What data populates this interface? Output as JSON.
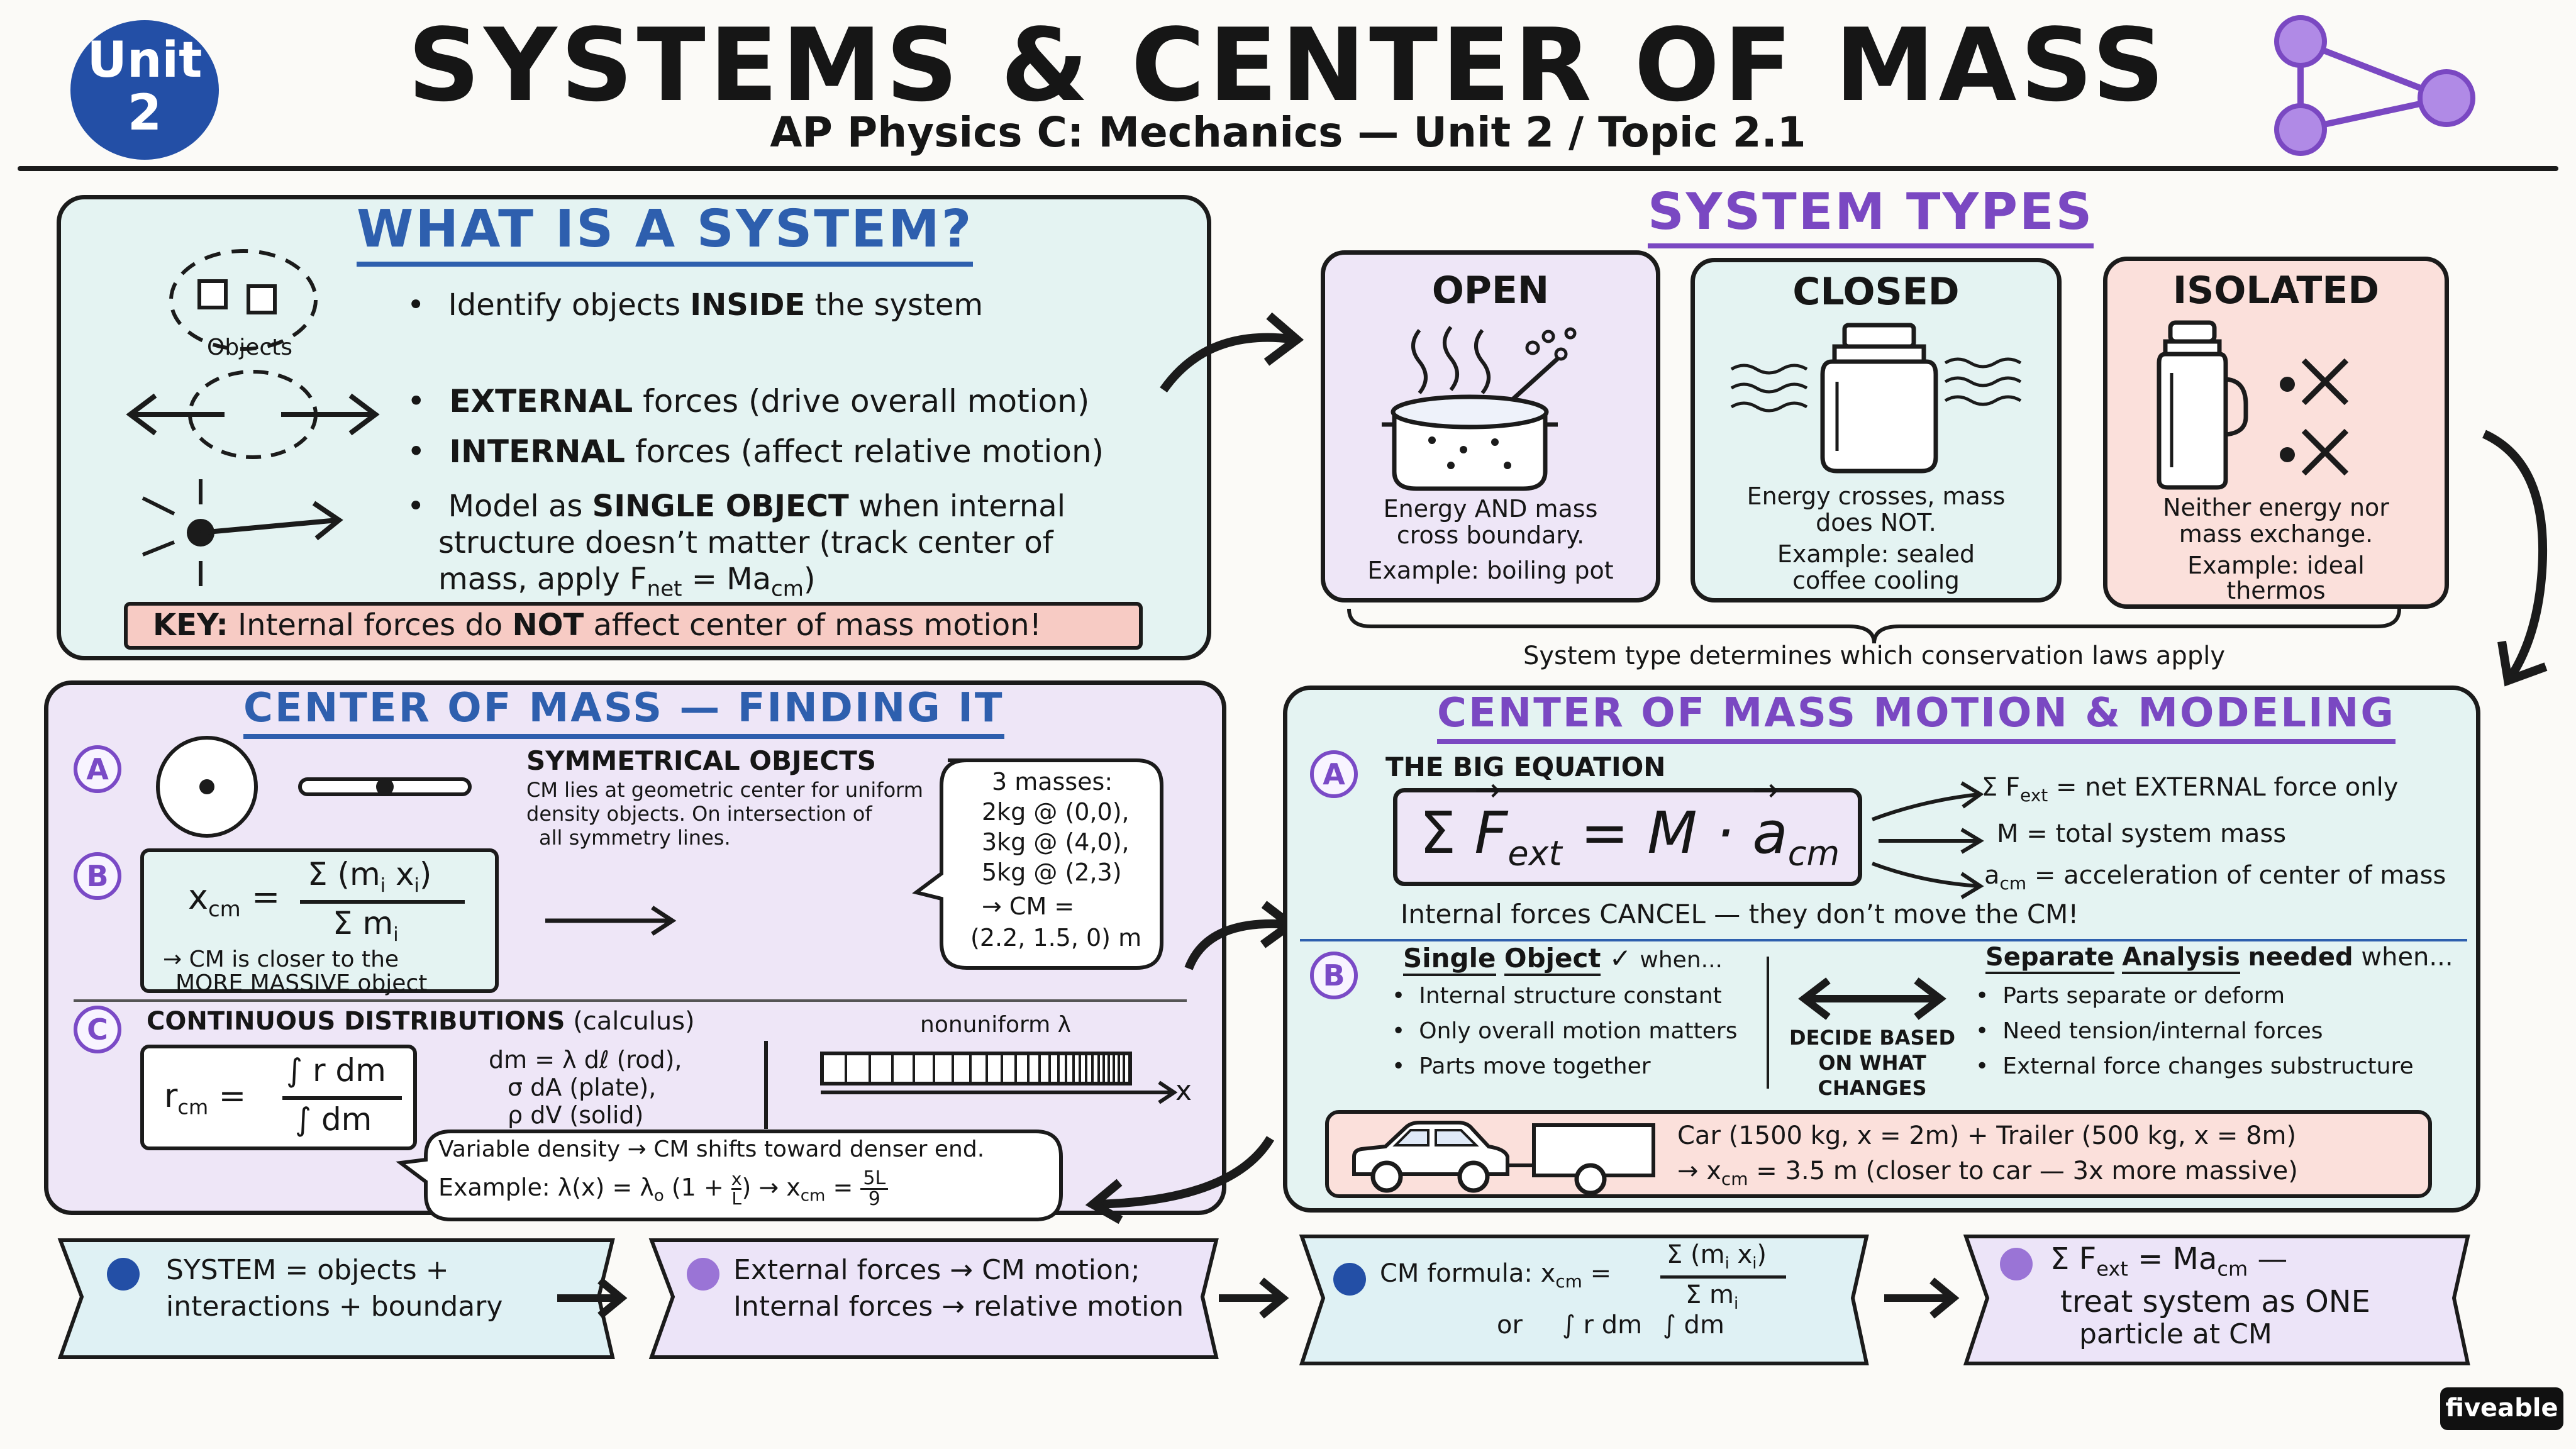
{
  "header": {
    "badge_line1": "Unit",
    "badge_line2": "2",
    "title": "SYSTEMS & CENTER OF MASS",
    "subtitle": "AP Physics C: Mechanics — Unit 2 / Topic 2.1"
  },
  "system_panel": {
    "title": "WHAT IS A SYSTEM?",
    "objects_label": "Objects",
    "bullet1_pre": "Identify objects ",
    "bullet1_bold": "INSIDE",
    "bullet1_post": " the system",
    "bullet2_bold": "EXTERNAL",
    "bullet2_post": " forces (drive overall motion)",
    "bullet3_bold": "INTERNAL",
    "bullet3_post": " forces (affect relative motion)",
    "bullet4_pre": "Model as ",
    "bullet4_bold": "SINGLE OBJECT",
    "bullet4_post": " when internal",
    "bullet4_line2": "structure doesn’t matter (track center of",
    "bullet4_line3_pre": "mass, apply F",
    "bullet4_line3_sub1": "net",
    "bullet4_line3_mid": " = Ma",
    "bullet4_line3_sub2": "cm",
    "bullet4_line3_post": ")",
    "key_bold": "KEY:",
    "key_text": " Internal forces do ",
    "key_not": "NOT",
    "key_post": " affect center of mass motion!"
  },
  "system_types": {
    "title": "SYSTEM TYPES",
    "open": {
      "title": "OPEN",
      "line1": "Energy AND mass",
      "line2": "cross boundary.",
      "example": "Example: boiling pot"
    },
    "closed": {
      "title": "CLOSED",
      "line1": "Energy crosses, mass",
      "line2": "does NOT.",
      "example1": "Example: sealed",
      "example2": "coffee cooling"
    },
    "isolated": {
      "title": "ISOLATED",
      "line1": "Neither energy nor",
      "line2": "mass exchange.",
      "example1": "Example: ideal",
      "example2": "thermos"
    },
    "footer": "System type determines which conservation laws apply"
  },
  "cm_finding": {
    "title": "CENTER OF MASS — FINDING IT",
    "label_a": "A",
    "label_b": "B",
    "label_c": "C",
    "sym_title": "SYMMETRICAL OBJECTS",
    "sym_line1": "CM lies at geometric center for uniform",
    "sym_line2": "density objects. On intersection of",
    "sym_line3": "all symmetry lines.",
    "xcm_lhs": "x",
    "xcm_sub": "cm",
    "xcm_num": "Σ (m",
    "xcm_num_sub": "i",
    "xcm_num2": " x",
    "xcm_num_sub2": "i",
    "xcm_num3": ")",
    "xcm_den": "Σ m",
    "xcm_den_sub": "i",
    "xcm_note1": "→ CM is closer to the",
    "xcm_note2": "MORE MASSIVE object",
    "bubble_line1": "3 masses:",
    "bubble_line2": "2kg @ (0,0),",
    "bubble_line3": "3kg @ (4,0),",
    "bubble_line4": "5kg @ (2,3)",
    "bubble_line5": "→ CM =",
    "bubble_line6": "(2.2, 1.5, 0) m",
    "cont_title": "CONTINUOUS DISTRIBUTIONS",
    "cont_calc": "(calculus)",
    "rcm_lhs": "r",
    "rcm_sub": "cm",
    "rcm_num": "∫ r dm",
    "rcm_den": "∫ dm",
    "dm_line1": "dm = λ dℓ  (rod),",
    "dm_line2": "σ dA  (plate),",
    "dm_line3": "ρ dV  (solid)",
    "nonuniform": "nonuniform λ",
    "axis_x": "x",
    "var_line1": "Variable density → CM shifts toward denser end.",
    "var_line2_pre": "Example:  λ(x) = λ",
    "var_line2_sub": "o",
    "var_line2_mid": " (1 + ",
    "var_frac_num": "x",
    "var_frac_den": "L",
    "var_line2_post": ")   →   x",
    "var_xcm_sub": "cm",
    "var_eq": " = ",
    "var_res_num": "5L",
    "var_res_den": "9"
  },
  "cm_motion": {
    "title": "CENTER OF MASS MOTION & MODELING",
    "label_a": "A",
    "label_b": "B",
    "big_eq_title": "THE BIG EQUATION",
    "eq_sum": "Σ",
    "eq_F": "F",
    "eq_F_sub": "ext",
    "eq_mid": " = M · ",
    "eq_a": "a",
    "eq_a_sub": "cm",
    "def1_pre": "Σ F",
    "def1_sub": "ext",
    "def1_post": " = net EXTERNAL force only",
    "def2": "M  =  total system mass",
    "def3_pre": "a",
    "def3_sub": "cm",
    "def3_post": " = acceleration of center of mass",
    "cancel_line": "Internal forces CANCEL — they don’t move the CM!",
    "single_title_1": "Single",
    "single_title_2": "Object",
    "single_check": "✓",
    "single_when": "when...",
    "single_b1": "Internal structure constant",
    "single_b2": "Only overall motion matters",
    "single_b3": "Parts move together",
    "decide_1": "DECIDE BASED",
    "decide_2": "ON WHAT",
    "decide_3": "CHANGES",
    "sep_title_1": "Separate",
    "sep_title_2": "Analysis",
    "sep_title_3": "needed",
    "sep_when": "when...",
    "sep_b1": "Parts separate or deform",
    "sep_b2": "Need tension/internal forces",
    "sep_b3": "External force changes substructure",
    "car_line1": "Car (1500 kg, x = 2m) + Trailer (500 kg, x = 8m)",
    "car_line2_pre": "→ x",
    "car_line2_sub": "cm",
    "car_line2_post": " = 3.5 m  (closer to car — 3x more massive)"
  },
  "summary": {
    "s1_line1": "SYSTEM = objects +",
    "s1_line2": "interactions + boundary",
    "s2_line1": "External forces → CM motion;",
    "s2_line2": "Internal forces → relative motion",
    "s3_pre": "CM formula:  x",
    "s3_sub": "cm",
    "s3_eq": " = ",
    "s3_num": "Σ (m",
    "s3_num_sub": "i",
    "s3_num2": " x",
    "s3_num_sub2": "i",
    "s3_num3": ")",
    "s3_den": "Σ m",
    "s3_den_sub": "i",
    "s3_or": "or",
    "s3_int_num": "∫ r dm",
    "s3_int_den": "∫ dm",
    "s4_pre": "Σ F",
    "s4_sub": "ext",
    "s4_mid": " = Ma",
    "s4_sub2": "cm",
    "s4_post": " —",
    "s4_line2": "treat system as ONE",
    "s4_line3": "particle at CM"
  },
  "brand": "fiveable",
  "colors": {
    "accent_blue": "#2e5fae",
    "accent_purple": "#7a48c2",
    "panel_mint": "#e4f3f2",
    "panel_lavender": "#eee6f7",
    "panel_pink": "#fbe0db",
    "key_red": "#f7cbc4"
  }
}
